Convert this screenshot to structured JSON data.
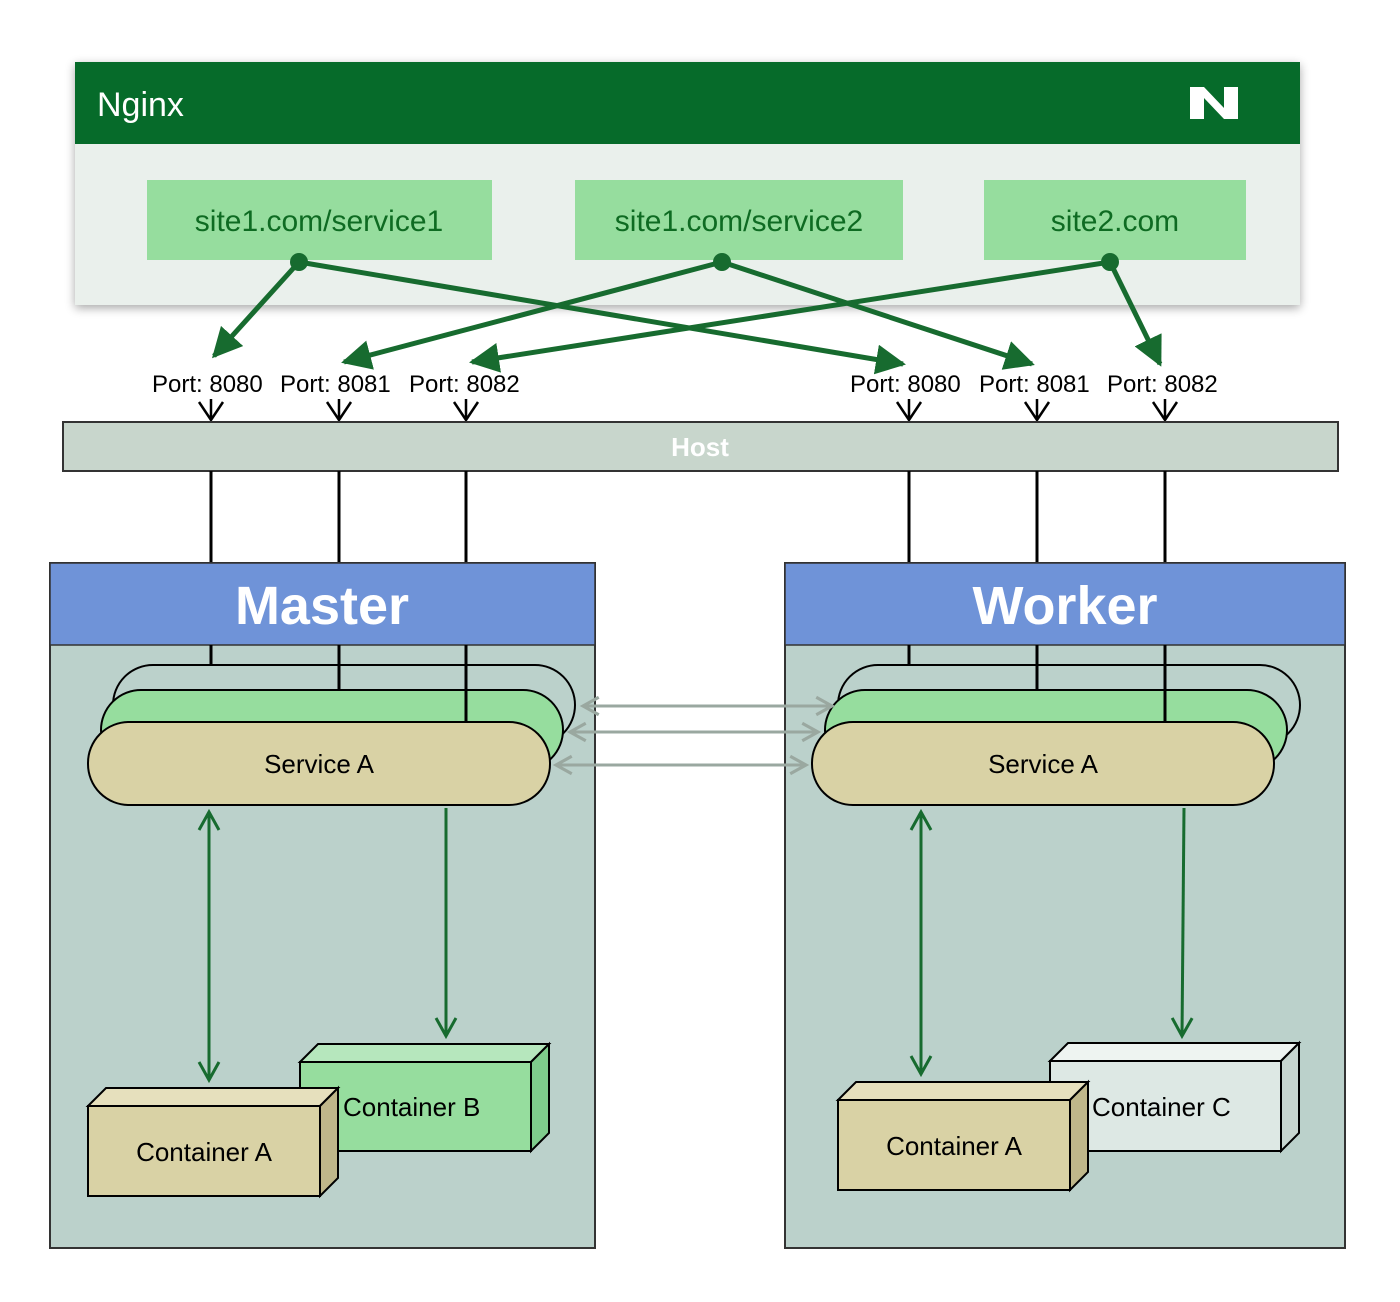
{
  "nginx": {
    "title": "Nginx",
    "logo_icon": "nginx-n-logo",
    "sites": [
      "site1.com/service1",
      "site1.com/service2",
      "site2.com"
    ]
  },
  "ports": {
    "master": [
      "Port: 8080",
      "Port: 8081",
      "Port: 8082"
    ],
    "worker": [
      "Port: 8080",
      "Port: 8081",
      "Port: 8082"
    ]
  },
  "host": {
    "label": "Host"
  },
  "master": {
    "title": "Master",
    "service": "Service A",
    "containers": [
      "Container A",
      "Container B"
    ]
  },
  "worker": {
    "title": "Worker",
    "service": "Service A",
    "containers": [
      "Container A",
      "Container C"
    ]
  },
  "colors": {
    "nginx_header": "#066b2a",
    "site_box": "#96dd9e",
    "node_header": "#6f93d8",
    "node_body": "#bbd1cb",
    "host_bar": "#c8d6cc",
    "service": "#d9d2a5",
    "container_a": "#d9d2a5",
    "container_b": "#96dd9e",
    "container_c": "#dde8e4",
    "arrow": "#176b2f"
  }
}
